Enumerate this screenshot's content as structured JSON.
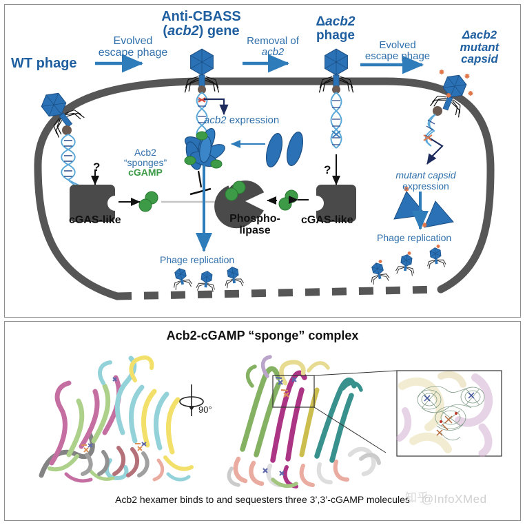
{
  "figure": {
    "top_panel": {
      "labels": {
        "wt_phage": "WT phage",
        "evolved_escape_1": "Evolved\nescape phage",
        "anti_cbass_gene": "Anti-CBASS\n(acb2) gene",
        "removal_of_acb2": "Removal of\nacb2",
        "delta_acb2_phage": "Δacb2\nphage",
        "evolved_escape_2": "Evolved\nescape phage",
        "delta_acb2_mutant_capsid": "Δacb2\nmutant\ncapsid",
        "acb2_expression": "acb2 expression",
        "acb2_sponges_cgamp_line1": "Acb2",
        "acb2_sponges_cgamp_line2": "“sponges”",
        "acb2_sponges_cgamp_line3": "cGAMP",
        "question_left": "?",
        "question_right": "?",
        "cgas_like_left": "cGAS-like",
        "cgas_like_right": "cGAS-like",
        "phospholipase_line1": "Phospho-",
        "phospholipase_line2": "lipase",
        "mutant_capsid_expression_line1": "mutant capsid",
        "mutant_capsid_expression_line2": "expression",
        "phage_replication_left": "Phage replication",
        "phage_replication_right": "Phage replication"
      }
    },
    "bottom_panel": {
      "title": "Acb2-cGAMP “sponge” complex",
      "rotation_label": "90°",
      "caption": "Acb2 hexamer binds to and sequesters three 3’,3’-cGAMP molecules"
    },
    "watermark": {
      "zh": "知乎",
      "text": "@InfoXMed"
    },
    "colors": {
      "accent_blue": "#2f6fab",
      "dark_blue": "#1f5fa0",
      "phage_blue": "#2a72b5",
      "cgamp_green": "#3d9b47",
      "membrane_gray": "#565656",
      "protein_gray": "#4a4a4a",
      "mutation_orange": "#e0774a",
      "panel_border": "#8f8f8f"
    }
  }
}
